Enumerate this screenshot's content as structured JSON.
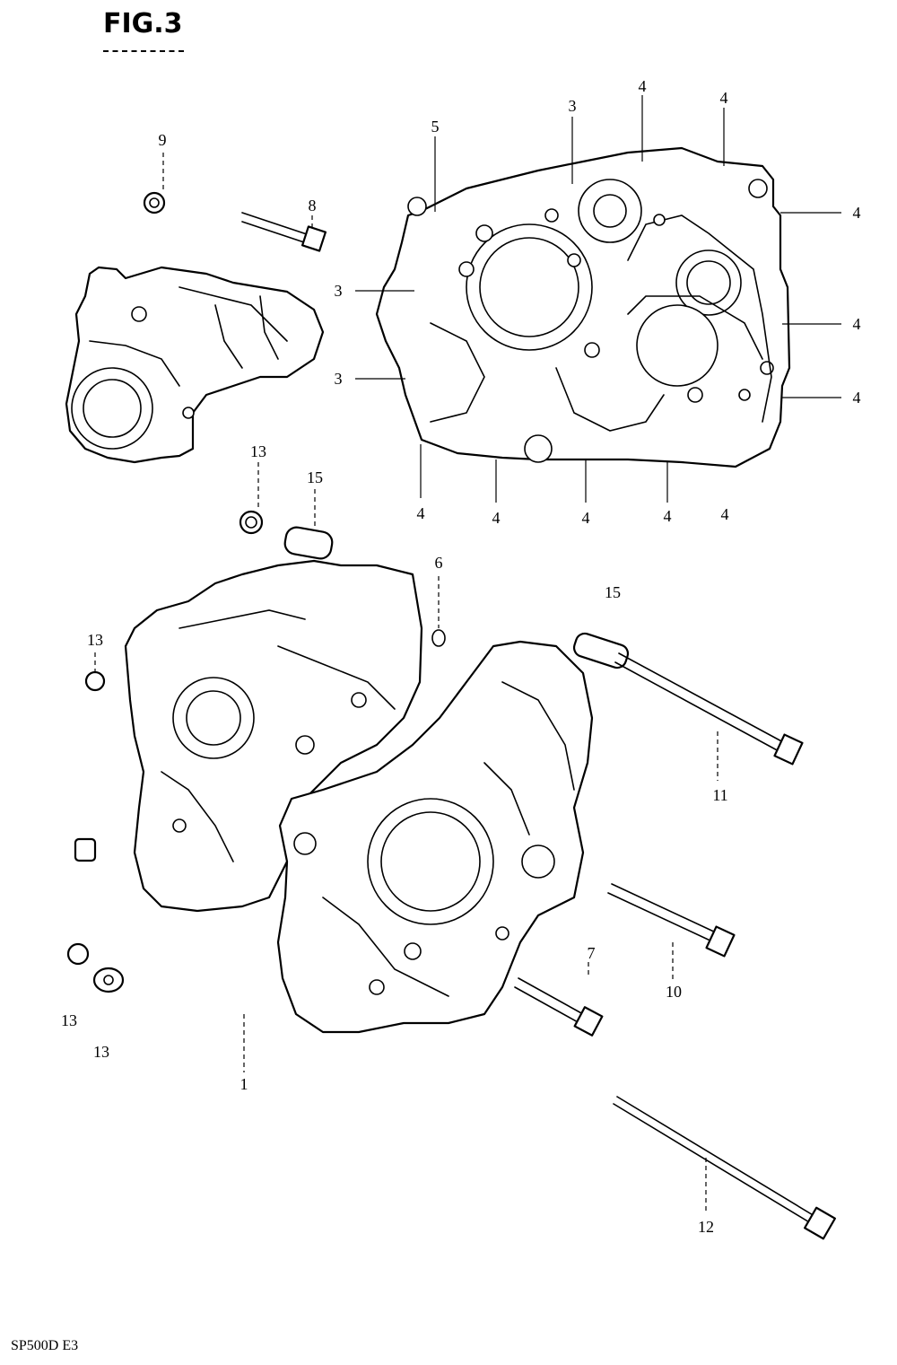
{
  "figure": {
    "title": "FIG.3",
    "footer_code": "SP500D E3"
  },
  "callouts": [
    {
      "id": "c9",
      "text": "9"
    },
    {
      "id": "c8",
      "text": "8"
    },
    {
      "id": "c5",
      "text": "5"
    },
    {
      "id": "c3a",
      "text": "3"
    },
    {
      "id": "c4a",
      "text": "4"
    },
    {
      "id": "c4b",
      "text": "4"
    },
    {
      "id": "c3b",
      "text": "3"
    },
    {
      "id": "c3c",
      "text": "3"
    },
    {
      "id": "c4c",
      "text": "4"
    },
    {
      "id": "c4d",
      "text": "4"
    },
    {
      "id": "c4e",
      "text": "4"
    },
    {
      "id": "c4f",
      "text": "4"
    },
    {
      "id": "c4g",
      "text": "4"
    },
    {
      "id": "c4h",
      "text": "4"
    },
    {
      "id": "c4i",
      "text": "4"
    },
    {
      "id": "c4j",
      "text": "4"
    },
    {
      "id": "c13a",
      "text": "13"
    },
    {
      "id": "c15a",
      "text": "15"
    },
    {
      "id": "c6",
      "text": "6"
    },
    {
      "id": "c15b",
      "text": "15"
    },
    {
      "id": "c13b",
      "text": "13"
    },
    {
      "id": "c11",
      "text": "11"
    },
    {
      "id": "c7",
      "text": "7"
    },
    {
      "id": "c10",
      "text": "10"
    },
    {
      "id": "c13c",
      "text": "13"
    },
    {
      "id": "c13d",
      "text": "13"
    },
    {
      "id": "c1",
      "text": "1"
    },
    {
      "id": "c12",
      "text": "12"
    }
  ]
}
